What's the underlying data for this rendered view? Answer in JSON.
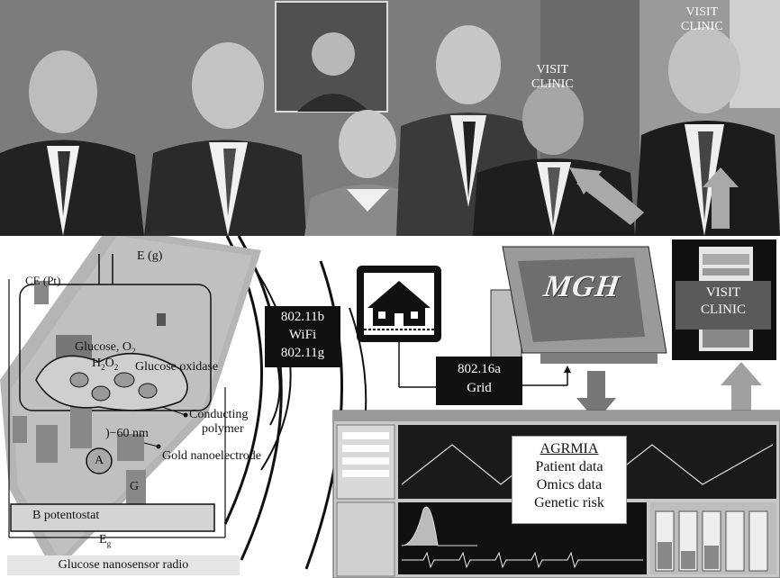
{
  "photo": {
    "visit_clinic_1": "VISIT\nCLINIC",
    "visit_clinic_2": "VISIT\nCLINIC"
  },
  "sensor": {
    "ce": "CE (Pt)",
    "e_g_top": "E (g)",
    "glucose_o2": "Glucose, O",
    "o2_sub": "2",
    "h2o2_h": "H",
    "h2o2_2a": "2",
    "h2o2_o": "O",
    "h2o2_2b": "2",
    "glucose_oxidase": "Glucose oxidase",
    "conducting": "Conducting",
    "polymer": "polymer",
    "nm": ")−60 nm",
    "gold": "Gold nanoelectrode",
    "a": "A",
    "g": "G",
    "potentiostat": "B potentostat",
    "eg_bottom": "E",
    "eg_sub": "g",
    "caption": "Glucose nanosensor radio"
  },
  "wifi": {
    "line1": "802.11b",
    "line2": "WiFi",
    "line3": "802.11g"
  },
  "grid": {
    "line1": "802.16a",
    "line2": "Grid"
  },
  "monitor": {
    "brand": "MGH"
  },
  "clinic_box": {
    "line1": "VISIT",
    "line2": "CLINIC"
  },
  "agrmia": {
    "title": "AGRMIA",
    "line1": "Patient data",
    "line2": "Omics data",
    "line3": "Genetic risk"
  }
}
